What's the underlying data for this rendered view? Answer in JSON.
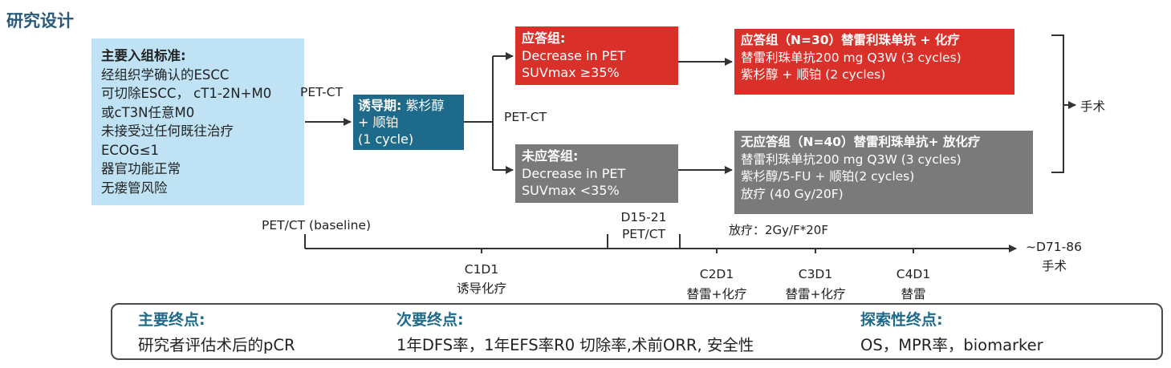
{
  "title": "研究设计",
  "criteria": {
    "heading": "主要入组标准:",
    "lines": [
      "经组织学确认的ESCC",
      "可切除ESCC， cT1-2N+M0",
      "或cT3N任意M0",
      "未接受过任何既往治疗",
      "ECOG≤1",
      "器官功能正常",
      "无瘘管风险"
    ]
  },
  "labels": {
    "petct_left": "PET-CT",
    "petct_mid": "PET-CT",
    "surgery_right": "手术",
    "baseline": "PET/CT (baseline)",
    "d15_21": "D15-21",
    "d15_petct": "PET/CT",
    "radiotherapy": "放疗：2Gy/F*20F",
    "d71_86": "~D71-86",
    "d71_surgery": "手术"
  },
  "induction": {
    "bold": "诱导期:",
    "line1_rest": " 紫杉醇",
    "line2": "+ 顺铂",
    "line3": "(1 cycle)"
  },
  "responder": {
    "heading": "应答组:",
    "line1": "Decrease in PET",
    "line2": "SUVmax ≥35%"
  },
  "nonresponder": {
    "heading": "未应答组:",
    "line1": "Decrease in PET",
    "line2": "SUVmax <35%"
  },
  "arm_responder": {
    "heading": "应答组（N=30）替雷利珠单抗 + 化疗",
    "line1": "替雷利珠单抗200 mg Q3W (3 cycles)",
    "line2": "紫杉醇 + 顺铂 (2 cycles)"
  },
  "arm_nonresponder": {
    "heading": "无应答组（N=40）替雷利珠单抗+ 放化疗",
    "line1": "替雷利珠单抗200 mg Q3W (3 cycles)",
    "line2": "紫杉醇/5-FU + 顺铂(2 cycles)",
    "line3": "放疗 (40 Gy/20F)"
  },
  "timeline": [
    {
      "id": "c1d1",
      "label": "C1D1",
      "sub": "诱导化疗"
    },
    {
      "id": "c2d1",
      "label": "C2D1",
      "sub": "替雷+化疗"
    },
    {
      "id": "c3d1",
      "label": "C3D1",
      "sub": "替雷+化疗"
    },
    {
      "id": "c4d1",
      "label": "C4D1",
      "sub": "替雷"
    }
  ],
  "endpoints": {
    "primary": {
      "heading": "主要终点:",
      "value": "研究者评估术后的pCR"
    },
    "secondary": {
      "heading": "次要终点:",
      "value": "1年DFS率，1年EFS率R0 切除率,术前ORR, 安全性"
    },
    "exploratory": {
      "heading": "探索性终点:",
      "value": "OS，MPR率，biomarker"
    }
  },
  "colors": {
    "responder": "#d9302a",
    "nonresponder": "#7a7a7a",
    "induction": "#1e6a8a",
    "criteria_bg": "#bfe3f4",
    "title": "#2a5a7a"
  }
}
